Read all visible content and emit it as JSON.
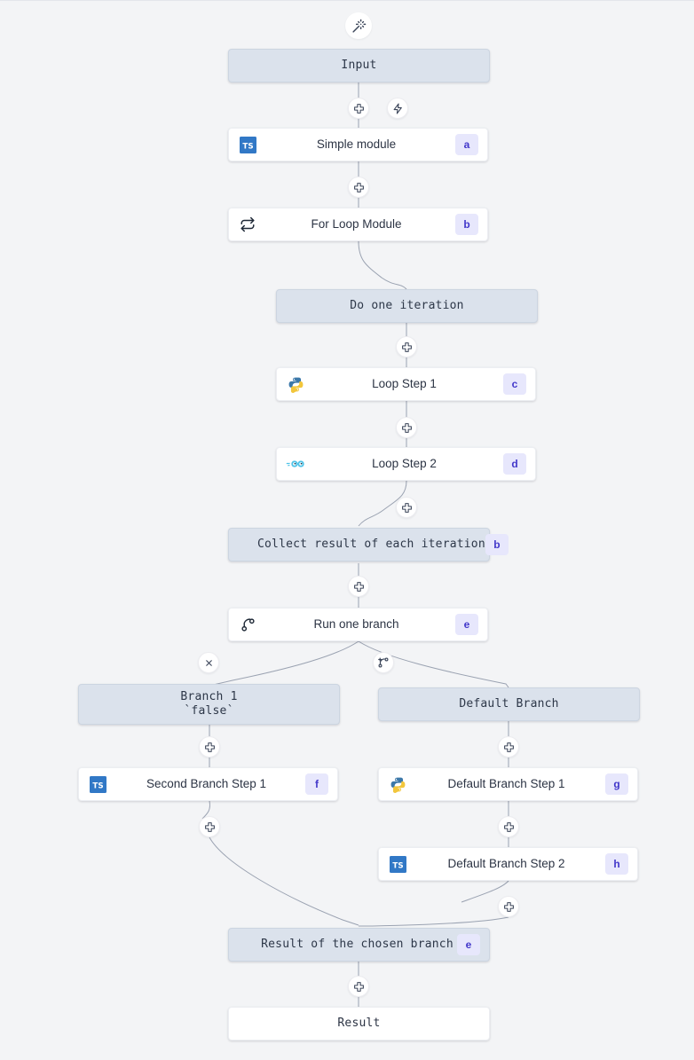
{
  "canvas": {
    "background": "#f3f4f6",
    "node_system_color": "#dbe2ec",
    "node_step_color": "#ffffff",
    "badge_bg": "#e7e7fc",
    "badge_fg": "#4338ca",
    "edge_color": "#9aa2b1"
  },
  "toolbar": {
    "ai_wand_icon": "magic-wand-icon"
  },
  "nodes": [
    {
      "id": "input",
      "label": "Input",
      "kind": "system",
      "mono": true,
      "lang": null,
      "badge": null
    },
    {
      "id": "simple",
      "label": "Simple module",
      "kind": "step",
      "mono": false,
      "lang": "typescript",
      "badge": "a"
    },
    {
      "id": "forloop",
      "label": "For Loop Module",
      "kind": "step",
      "mono": false,
      "lang": "loop",
      "badge": "b"
    },
    {
      "id": "iteration",
      "label": "Do one iteration",
      "kind": "system",
      "mono": true,
      "lang": null,
      "badge": null
    },
    {
      "id": "loopstep1",
      "label": "Loop Step 1",
      "kind": "step",
      "mono": false,
      "lang": "python",
      "badge": "c"
    },
    {
      "id": "loopstep2",
      "label": "Loop Step 2",
      "kind": "step",
      "mono": false,
      "lang": "go",
      "badge": "d"
    },
    {
      "id": "collect",
      "label": "Collect result of each iteration",
      "kind": "system",
      "mono": true,
      "lang": null,
      "badge": "b"
    },
    {
      "id": "runbranch",
      "label": "Run one branch",
      "kind": "step",
      "mono": false,
      "lang": "branch",
      "badge": "e"
    },
    {
      "id": "branch1",
      "label": "Branch 1\n`false`",
      "kind": "system",
      "mono": true,
      "lang": null,
      "badge": null
    },
    {
      "id": "defaultbranch",
      "label": "Default Branch",
      "kind": "system",
      "mono": true,
      "lang": null,
      "badge": null
    },
    {
      "id": "secondstep1",
      "label": "Second Branch Step 1",
      "kind": "step",
      "mono": false,
      "lang": "typescript",
      "badge": "f"
    },
    {
      "id": "defstep1",
      "label": "Default Branch Step 1",
      "kind": "step",
      "mono": false,
      "lang": "python",
      "badge": "g"
    },
    {
      "id": "defstep2",
      "label": "Default Branch Step 2",
      "kind": "step",
      "mono": false,
      "lang": "typescript",
      "badge": "h"
    },
    {
      "id": "chosen",
      "label": "Result of the chosen branch",
      "kind": "system",
      "mono": true,
      "lang": null,
      "badge": "e"
    },
    {
      "id": "result",
      "label": "Result",
      "kind": "plain",
      "mono": true,
      "lang": null,
      "badge": null
    }
  ],
  "handles": [
    {
      "id": "h-input-simple",
      "icon": "plus-icon"
    },
    {
      "id": "h-trigger",
      "icon": "lightning-icon"
    },
    {
      "id": "h-simple-forloop",
      "icon": "plus-icon"
    },
    {
      "id": "h-iter-step1",
      "icon": "plus-icon"
    },
    {
      "id": "h-step1-step2",
      "icon": "plus-icon"
    },
    {
      "id": "h-step2-collect",
      "icon": "plus-icon"
    },
    {
      "id": "h-collect-runbranch",
      "icon": "plus-icon"
    },
    {
      "id": "h-branch-delete",
      "icon": "close-icon"
    },
    {
      "id": "h-branch-add",
      "icon": "branch-plus-icon"
    },
    {
      "id": "h-branch1-step",
      "icon": "plus-icon"
    },
    {
      "id": "h-default-step",
      "icon": "plus-icon"
    },
    {
      "id": "h-secondstep1-out",
      "icon": "plus-icon"
    },
    {
      "id": "h-defstep1-defstep2",
      "icon": "plus-icon"
    },
    {
      "id": "h-defstep2-out",
      "icon": "plus-icon"
    },
    {
      "id": "h-chosen-result",
      "icon": "plus-icon"
    }
  ]
}
